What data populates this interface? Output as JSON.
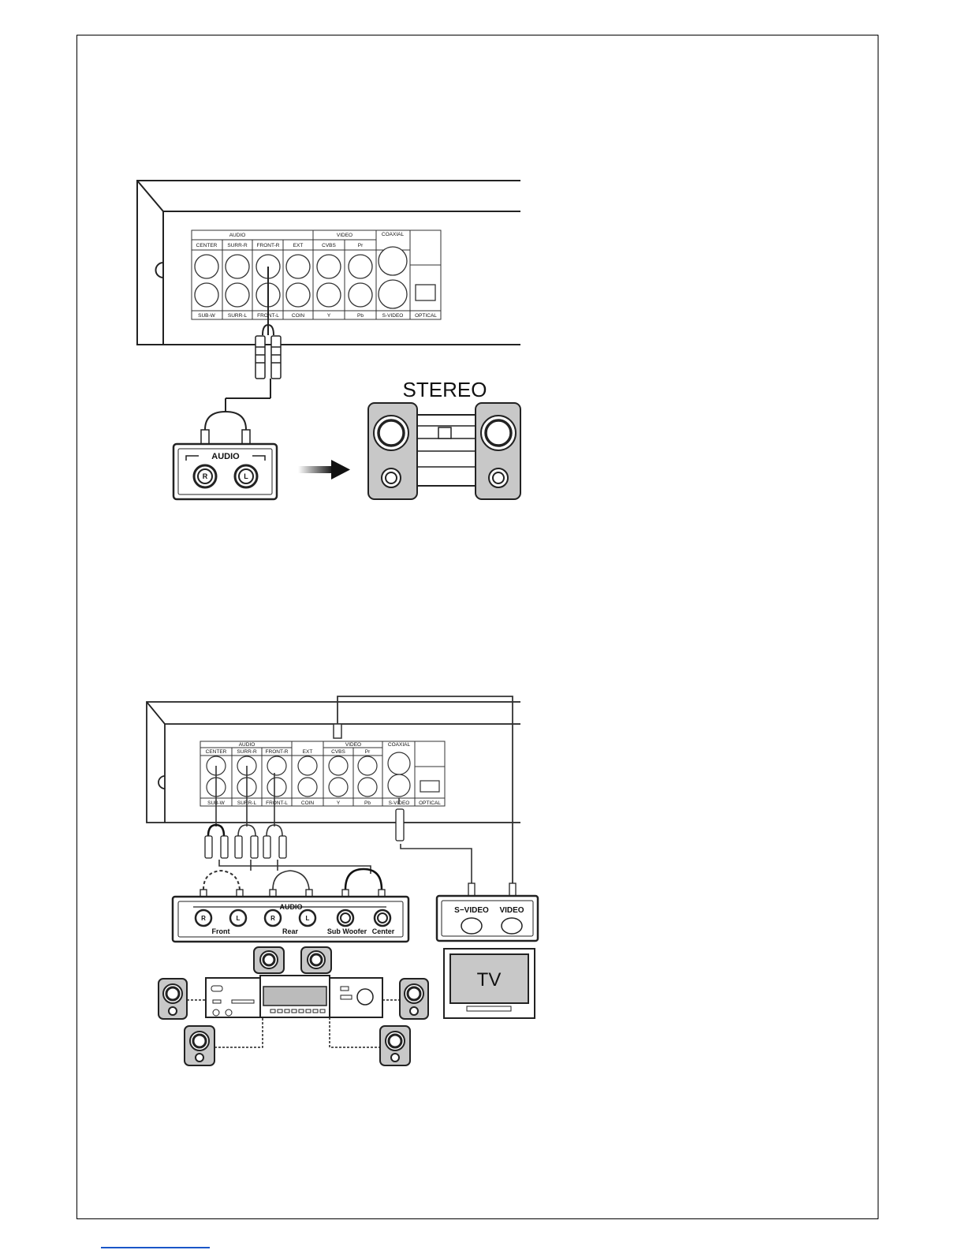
{
  "panel": {
    "group_audio": "AUDIO",
    "group_video": "VIDEO",
    "group_coaxial": "COAXIAL",
    "top_labels": [
      "CENTER",
      "SURR-R",
      "FRONT-R",
      "EXT",
      "CVBS",
      "Pr"
    ],
    "bottom_labels": [
      "SUB-W",
      "SURR-L",
      "FRONT-L",
      "COIN",
      "Y",
      "Pb",
      "S-VIDEO",
      "OPTICAL"
    ]
  },
  "diagram1": {
    "stereo_title": "STEREO",
    "audio_label": "AUDIO",
    "jack_r": "R",
    "jack_l": "L"
  },
  "diagram2": {
    "audio_label": "AUDIO",
    "jacks": [
      "R",
      "L",
      "R",
      "L"
    ],
    "group_front": "Front",
    "group_rear": "Rear",
    "group_subwoofer": "Sub Woofer",
    "group_center": "Center",
    "svideo_label": "S−VIDEO",
    "video_label": "VIDEO",
    "tv_label": "TV"
  }
}
